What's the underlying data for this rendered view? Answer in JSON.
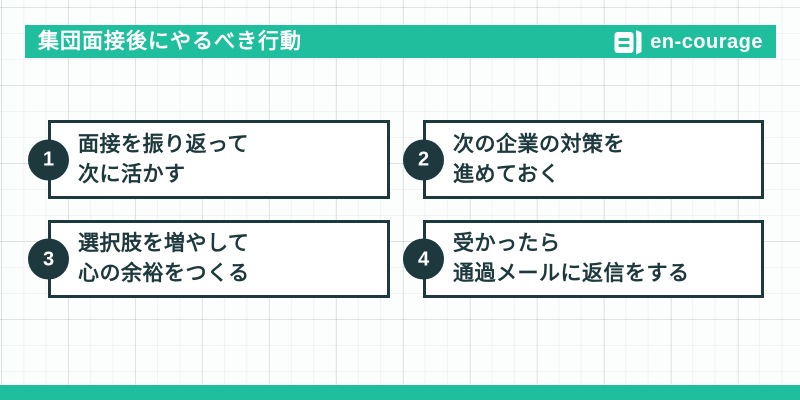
{
  "colors": {
    "teal": "#1fbf9e",
    "dark_navy": "#1e393e",
    "card_bg": "#ffffff",
    "page_bg": "#fcfdfd",
    "grid_line": "#e4e8e8"
  },
  "header": {
    "title": "集団面接後にやるべき行動",
    "logo": {
      "icon": "book-icon",
      "text": "en-courage"
    }
  },
  "cards": [
    {
      "number": "1",
      "line1": "面接を振り返って",
      "line2": "次に活かす"
    },
    {
      "number": "2",
      "line1": "次の企業の対策を",
      "line2": "進めておく"
    },
    {
      "number": "3",
      "line1": "選択肢を増やして",
      "line2": "心の余裕をつくる"
    },
    {
      "number": "4",
      "line1": "受かったら",
      "line2": "通過メールに返信をする"
    }
  ]
}
